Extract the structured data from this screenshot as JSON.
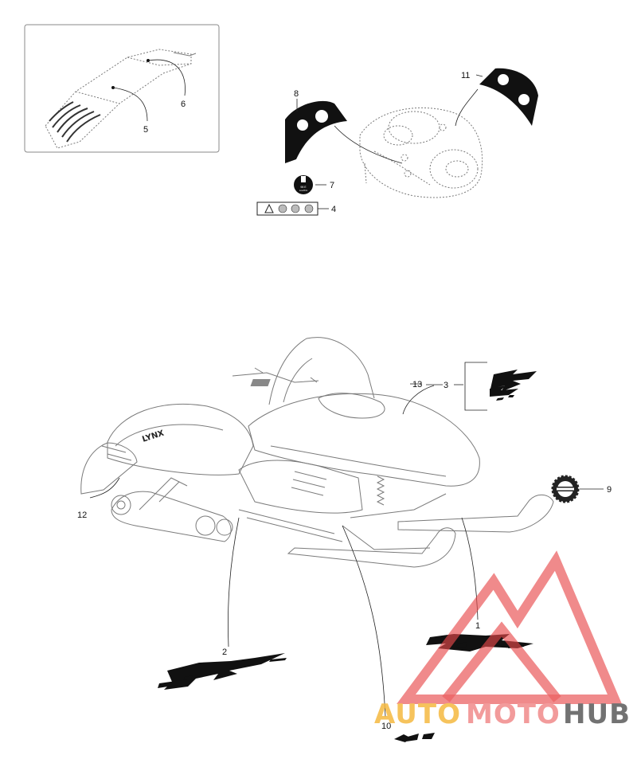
{
  "callouts": {
    "c1": "1",
    "c2": "2",
    "c3": "3",
    "c4": "4",
    "c5": "5",
    "c6": "6",
    "c7": "7",
    "c8": "8",
    "c9": "9",
    "c10": "10",
    "c11": "11",
    "c12": "12",
    "c13": "13"
  },
  "decals": {
    "hood_logo": "LYNX",
    "sticker7_line1": "98 E",
    "sticker7_line2": "Low/Fin"
  },
  "watermark": {
    "part1": "AUTO",
    "part2": "MOTO",
    "part3": "HUB",
    "color_red": "#e8484a",
    "color_orange": "#f5b940",
    "color_gray": "#5a5a5a"
  }
}
